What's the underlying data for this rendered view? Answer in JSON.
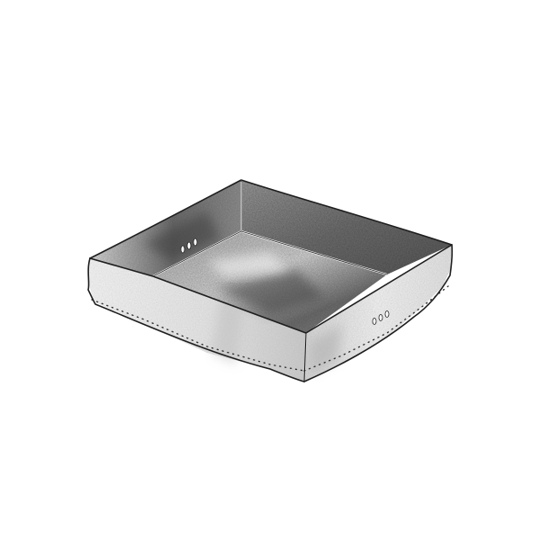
{
  "scene": {
    "subject": "shallow rectangular metal tray",
    "style": "pencil sketch illustration",
    "background": "#ffffff",
    "colors": {
      "outline": "#1e1e1e",
      "dark_shade": "#3a3a3a",
      "mid_shade": "#8a8a8a",
      "light_shade": "#e6e6e6"
    },
    "details": {
      "rivets_left_inner_wall": 3,
      "rivets_front_right_wall": 3,
      "dotted_seam_lines": 2
    }
  }
}
